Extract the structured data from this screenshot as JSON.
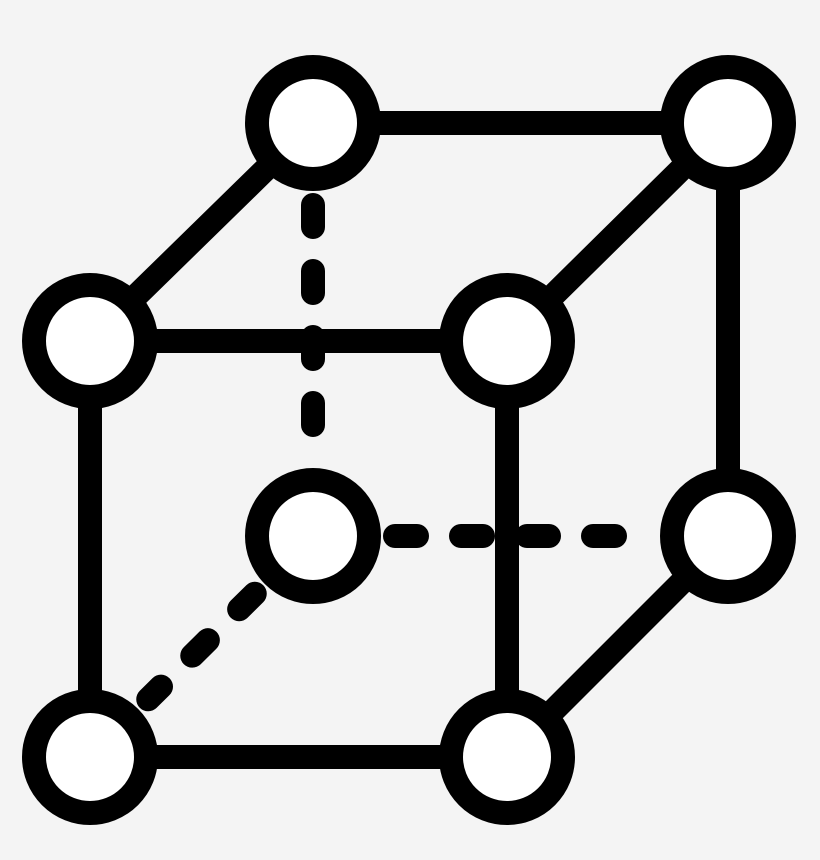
{
  "icon": {
    "name": "cube-lattice-icon",
    "colors": {
      "stroke": "#000000",
      "node_fill": "#ffffff",
      "background": "#f4f4f4"
    },
    "structure": {
      "vertices": 8,
      "hidden_vertices": 1,
      "solid_edges": 9,
      "dashed_edges": 3
    }
  }
}
